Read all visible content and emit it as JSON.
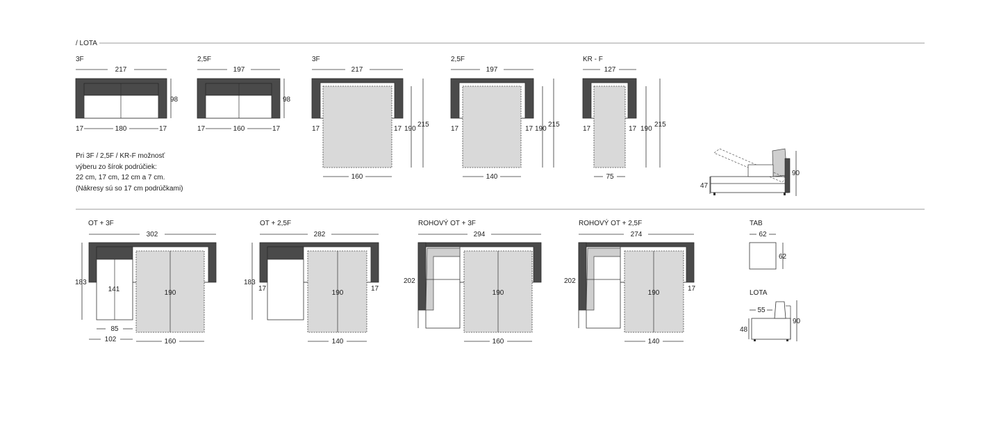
{
  "section_title": "/ LOTA",
  "top_row": {
    "f3": {
      "label": "3F",
      "width": "217",
      "height": "98",
      "left_arm": "17",
      "seat": "180",
      "right_arm": "17"
    },
    "f25": {
      "label": "2,5F",
      "width": "197",
      "height": "98",
      "left_arm": "17",
      "seat": "160",
      "right_arm": "17"
    },
    "f3_bed": {
      "label": "3F",
      "width": "217",
      "left_arm": "17",
      "right_arm": "17",
      "bed_len": "190",
      "total_len": "215",
      "bed_width": "160"
    },
    "f25_bed": {
      "label": "2,5F",
      "width": "197",
      "left_arm": "17",
      "right_arm": "17",
      "bed_len": "190",
      "total_len": "215",
      "bed_width": "140"
    },
    "kr_bed": {
      "label": "KR - F",
      "width": "127",
      "left_arm": "17",
      "right_arm": "17",
      "bed_len": "190",
      "total_len": "215",
      "bed_width": "75"
    },
    "side": {
      "seat_height": "47",
      "back_height": "90"
    }
  },
  "note_lines": [
    "Pri 3F / 2,5F / KR-F možnosť",
    "výberu zo šírok podrúčiek:",
    "22 cm, 17 cm, 12 cm a 7 cm.",
    "(Nákresy sú so 17 cm podrúčkami)"
  ],
  "bottom_row": {
    "ot3": {
      "label": "OT + 3F",
      "width": "302",
      "depth": "183",
      "ottoman_len": "141",
      "bed_len": "190",
      "ottoman_width": "85",
      "ottoman_total": "102",
      "bed_width": "160"
    },
    "ot25": {
      "label": "OT + 2,5F",
      "width": "282",
      "depth": "183",
      "left_arm": "17",
      "right_arm": "17",
      "bed_len": "190",
      "bed_width": "140"
    },
    "rohovy3": {
      "label": "ROHOVÝ OT + 3F",
      "width": "294",
      "depth": "202",
      "bed_len": "190",
      "bed_width": "160"
    },
    "rohovy25": {
      "label": "ROHOVÝ OT + 2,5F",
      "width": "274",
      "depth": "202",
      "right_arm": "17",
      "bed_len": "190",
      "bed_width": "140"
    },
    "tab": {
      "label": "TAB",
      "width": "62",
      "depth": "62"
    },
    "lota": {
      "label": "LOTA",
      "depth": "55",
      "seat_height": "48",
      "height": "90"
    }
  }
}
